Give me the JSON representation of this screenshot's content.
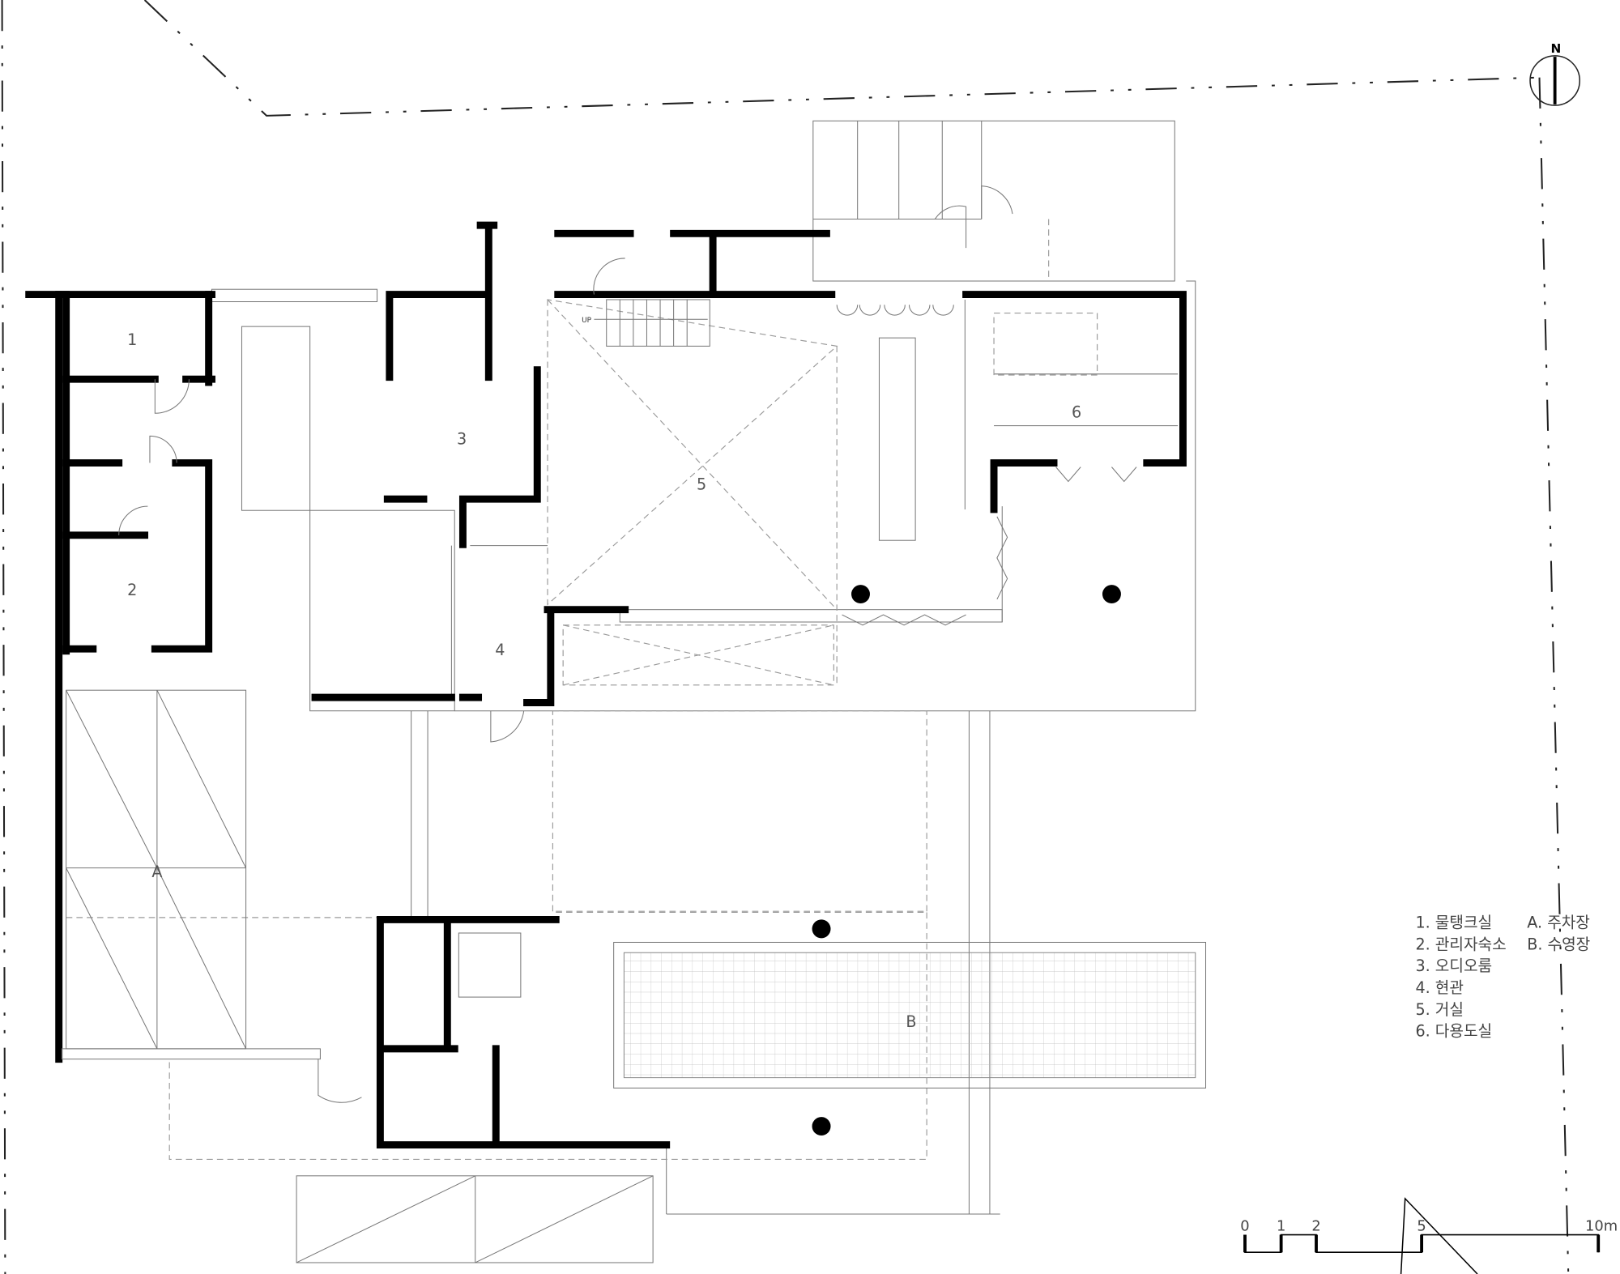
{
  "north_label": "N",
  "stair_label": "UP",
  "rooms": [
    {
      "id": "1",
      "label": "1"
    },
    {
      "id": "2",
      "label": "2"
    },
    {
      "id": "3",
      "label": "3"
    },
    {
      "id": "4",
      "label": "4"
    },
    {
      "id": "5",
      "label": "5"
    },
    {
      "id": "6",
      "label": "6"
    },
    {
      "id": "A",
      "label": "A"
    },
    {
      "id": "B",
      "label": "B"
    }
  ],
  "legend": {
    "numbered": [
      "1. 물탱크실",
      "2. 관리자숙소",
      "3. 오디오룸",
      "4. 현관",
      "5. 거실",
      "6. 다용도실"
    ],
    "lettered": [
      "A. 주차장",
      "B. 수영장"
    ]
  },
  "scale_bar": {
    "labels": [
      "0",
      "1",
      "2",
      "5",
      "10m"
    ],
    "values_m": [
      0,
      1,
      2,
      5,
      10
    ]
  }
}
